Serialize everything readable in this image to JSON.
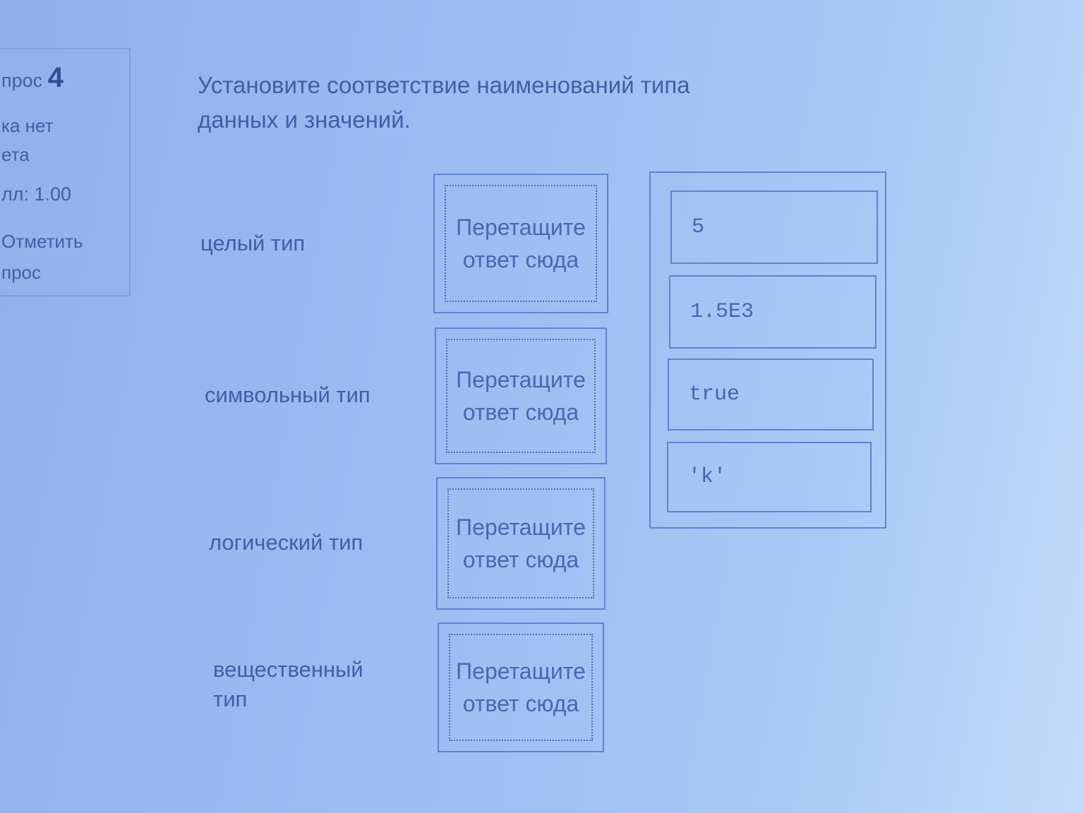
{
  "question_info": {
    "number_label": "прос",
    "number": "4",
    "state": "ка нет\nета",
    "mark": "лл: 1.00",
    "flag": "Отметить\nпрос"
  },
  "question_text": "Установите соответствие наименований типа данных и значений.",
  "rows": [
    {
      "label": "целый тип",
      "drop_placeholder": "Перетащите ответ сюда"
    },
    {
      "label": "символьный тип",
      "drop_placeholder": "Перетащите ответ сюда"
    },
    {
      "label": "логический тип",
      "drop_placeholder": "Перетащите ответ сюда"
    },
    {
      "label": "вещественный тип",
      "drop_placeholder": "Перетащите ответ сюда"
    }
  ],
  "choices": [
    "5",
    "1.5E3",
    "true",
    "'k'"
  ]
}
